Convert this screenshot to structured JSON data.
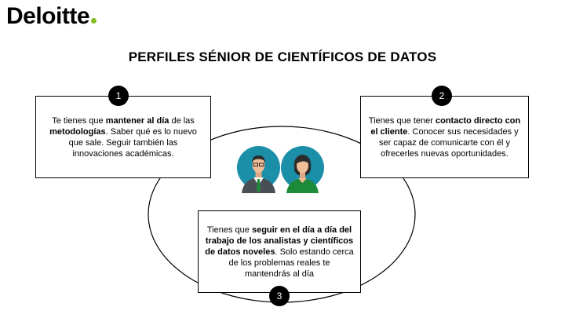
{
  "brand": {
    "logo_text": "Deloitte",
    "accent_color": "#86bc25"
  },
  "page": {
    "title": "PERFILES SÉNIOR DE CIENTÍFICOS DE DATOS"
  },
  "colors": {
    "avatar_circle": "#1b8ea8",
    "shirt_green": "#1d8a3a"
  },
  "icons": {
    "left": "man-avatar-icon",
    "right": "woman-avatar-icon"
  },
  "steps": [
    {
      "number": "1",
      "parts": [
        {
          "text": "Te tienes que ",
          "bold": false
        },
        {
          "text": "mantener al día",
          "bold": true
        },
        {
          "text": " de las ",
          "bold": false
        },
        {
          "text": "metodologías",
          "bold": true
        },
        {
          "text": ". Saber qué es lo nuevo que sale. Seguir también las innovaciones académicas.",
          "bold": false
        }
      ]
    },
    {
      "number": "2",
      "parts": [
        {
          "text": "Tienes que tener ",
          "bold": false
        },
        {
          "text": "contacto directo con el cliente",
          "bold": true
        },
        {
          "text": ". Conocer sus necesidades y ser capaz de comunicarte con él y ofrecerles nuevas oportunidades.",
          "bold": false
        }
      ]
    },
    {
      "number": "3",
      "parts": [
        {
          "text": "Tienes que ",
          "bold": false
        },
        {
          "text": "seguir en el día a día del trabajo de los analistas y científicos de datos noveles",
          "bold": true
        },
        {
          "text": ". Solo estando cerca de los problemas reales te mantendrás al día",
          "bold": false
        }
      ]
    }
  ]
}
